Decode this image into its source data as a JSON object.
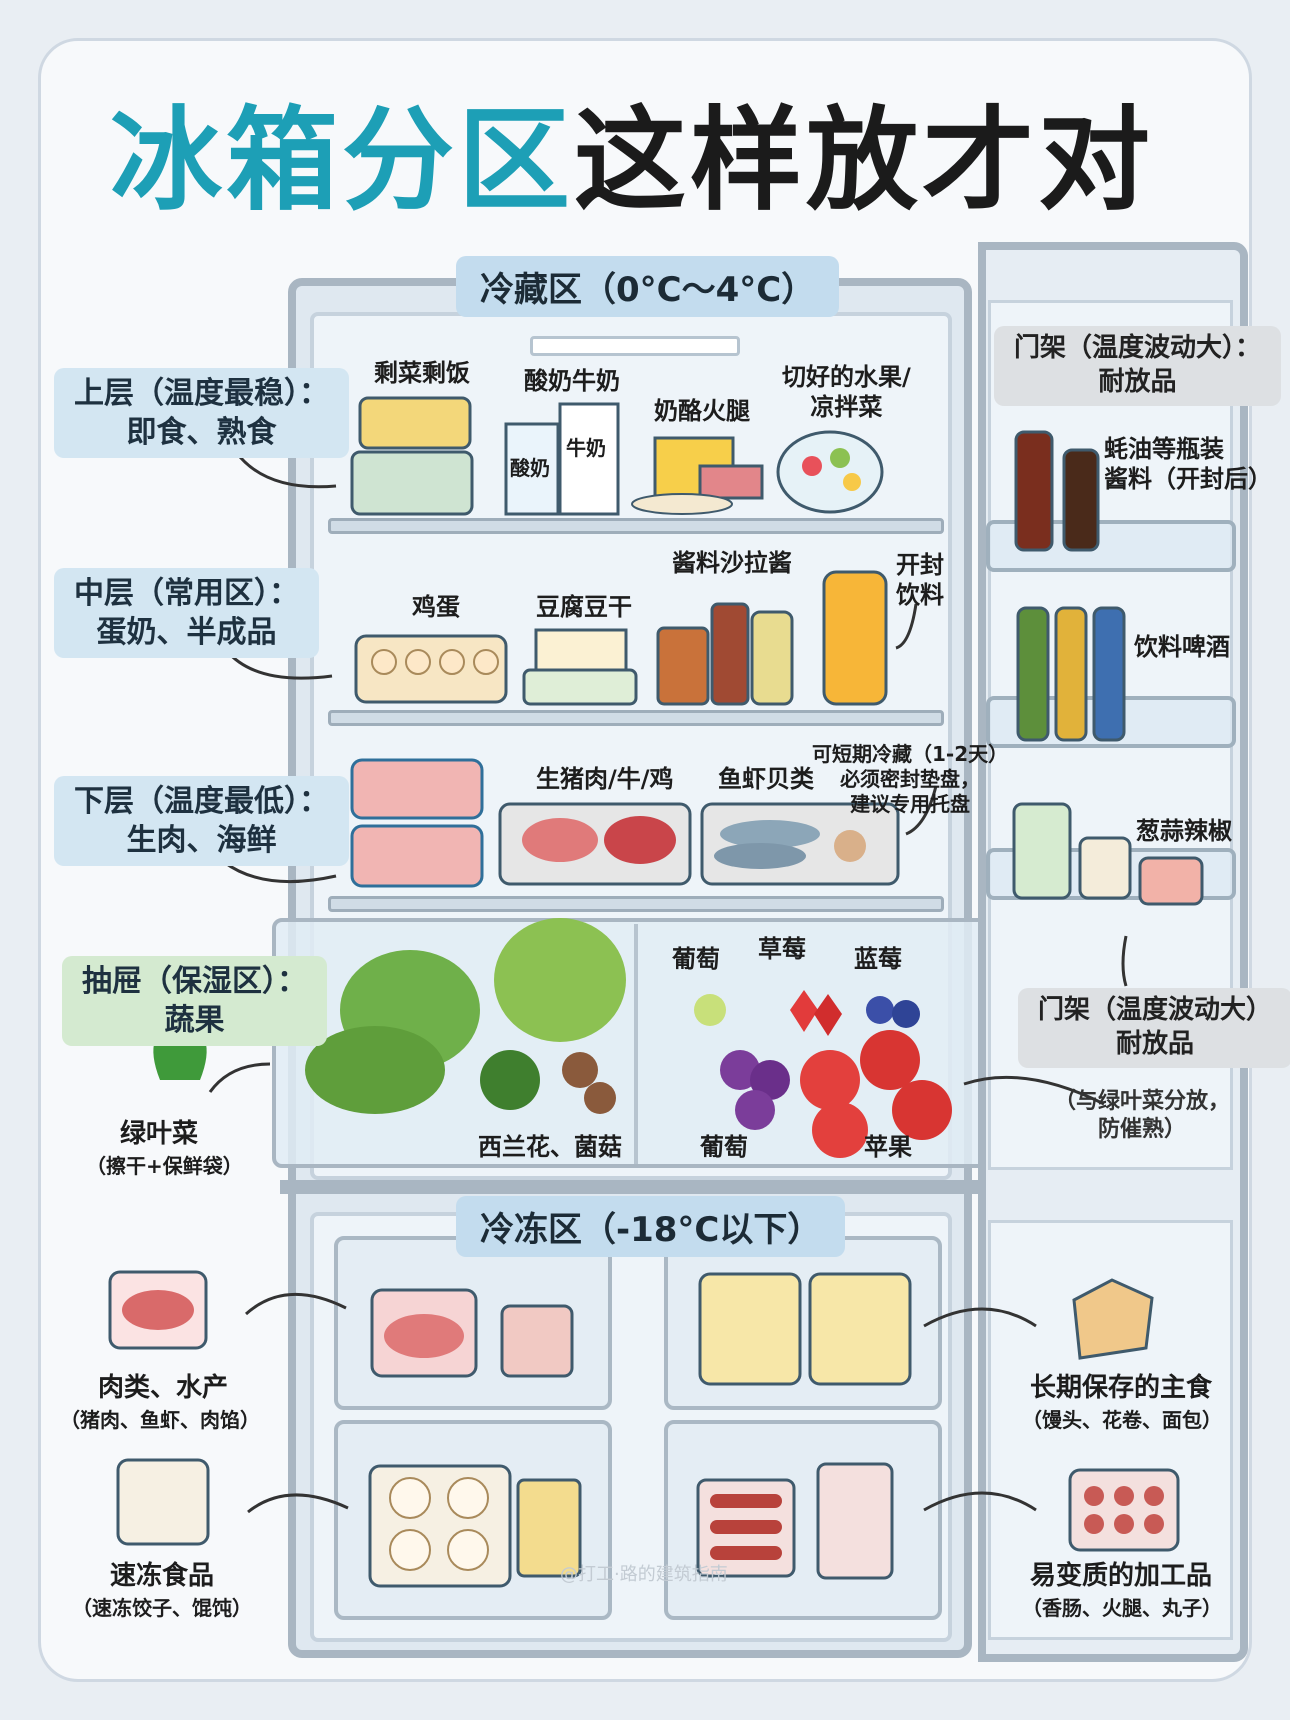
{
  "title": {
    "part1": "冰箱分区",
    "part2": "这样放才对"
  },
  "zones": {
    "fridge": "冷藏区（0°C～4°C）",
    "freezer": "冷冻区（-18°C以下）"
  },
  "left_labels": {
    "upper": "上层（温度最稳）：\n即食、熟食",
    "middle": "中层（常用区）：\n蛋奶、半成品",
    "lower": "下层（温度最低）：\n生肉、海鲜",
    "drawer": "抽屉（保湿区）：\n蔬果"
  },
  "right_labels": {
    "door_top": "门架（温度波动大）：\n耐放品",
    "door_mid": "门架（温度波动大）\n耐放品",
    "apart": "（与绿叶菜分放，\n防催熟）"
  },
  "shelf1": {
    "leftover": "剩菜剩饭",
    "milk": "酸奶牛奶",
    "cheese": "奶酪火腿",
    "fruit": "切好的水果/\n凉拌菜",
    "yogurt_box": "酸奶",
    "milk_box": "牛奶"
  },
  "shelf2": {
    "egg": "鸡蛋",
    "tofu": "豆腐豆干",
    "sauce": "酱料沙拉酱",
    "drink": "开封\n饮料"
  },
  "shelf3": {
    "meat": "生猪肉/牛/鸡",
    "seafood": "鱼虾贝类",
    "note": "可短期冷藏（1-2天）\n必须密封垫盘，\n建议专用托盘"
  },
  "drawer": {
    "grape_top": "葡萄",
    "strawberry": "草莓",
    "blueberry": "蓝莓",
    "broccoli": "西兰花、菌菇",
    "grape": "葡萄",
    "apple": "苹果",
    "greens": "绿叶菜",
    "greens_tip": "（擦干+保鲜袋）"
  },
  "door": {
    "bottles": "蚝油等瓶装\n酱料（开封后）",
    "beer": "饮料啤酒",
    "spice": "葱蒜辣椒"
  },
  "freezer": {
    "meat": "肉类、水产",
    "meat_sub": "（猪肉、鱼虾、肉馅）",
    "quick": "速冻食品",
    "quick_sub": "（速冻饺子、馄饨）",
    "staple": "长期保存的主食",
    "staple_sub": "（馒头、花卷、面包）",
    "processed": "易变质的加工品",
    "processed_sub": "（香肠、火腿、丸子）"
  },
  "watermark": "@打工·路的建筑指南",
  "colors": {
    "title_blue": "#1d9fb6",
    "title_dark": "#1b1b1b",
    "label_blue_bg": "#d3e6f2",
    "label_green_bg": "#d4ead0",
    "label_gray_bg": "#dde0e3"
  }
}
